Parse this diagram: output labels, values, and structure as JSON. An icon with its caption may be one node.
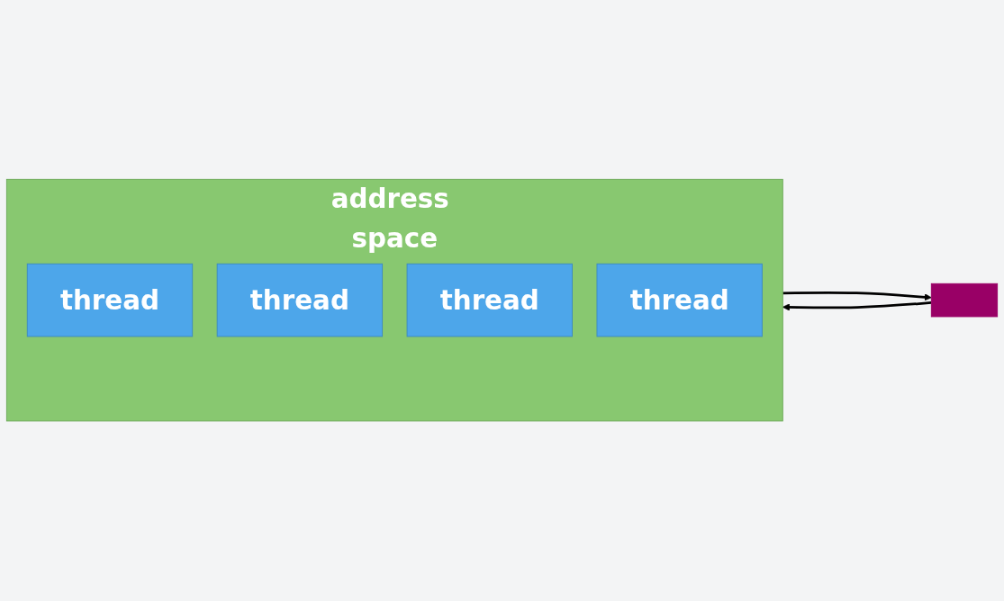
{
  "diagram": {
    "nodes": [
      {
        "text": [
          "address space"
        ]
      },
      {
        "text": [
          "thread"
        ],
        "in": 0
      },
      {
        "text": [
          "thread"
        ],
        "in": 0
      },
      {
        "text": [
          "thread"
        ],
        "in": 0
      },
      {
        "text": [
          "thread"
        ],
        "in": 0
      },
      {
        "text": [],
        "shape": "box"
      }
    ],
    "edges": [
      {
        "from": 0,
        "to": 5,
        "arrow": "to"
      },
      {
        "from": 5,
        "to": 0,
        "arrow": "to"
      }
    ]
  }
}
